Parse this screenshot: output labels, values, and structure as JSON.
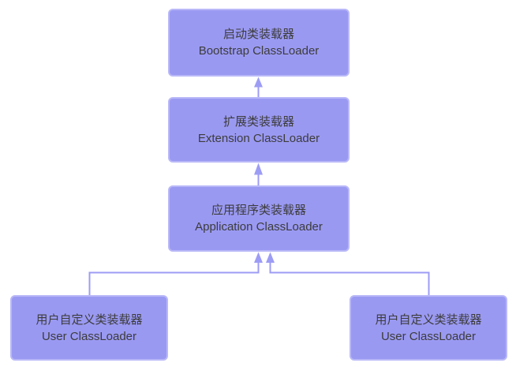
{
  "diagram": {
    "type": "flowchart",
    "description": "JVM class loader delegation hierarchy",
    "nodes": [
      {
        "id": "bootstrap",
        "label_cn": "启动类装载器",
        "label_en": "Bootstrap ClassLoader"
      },
      {
        "id": "extension",
        "label_cn": "扩展类装载器",
        "label_en": "Extension ClassLoader"
      },
      {
        "id": "application",
        "label_cn": "应用程序类装载器",
        "label_en": "Application ClassLoader"
      },
      {
        "id": "user_left",
        "label_cn": "用户自定义类装载器",
        "label_en": "User ClassLoader"
      },
      {
        "id": "user_right",
        "label_cn": "用户自定义类装载器",
        "label_en": "User ClassLoader"
      }
    ],
    "edges": [
      {
        "from": "extension",
        "to": "bootstrap",
        "direction": "up"
      },
      {
        "from": "application",
        "to": "extension",
        "direction": "up"
      },
      {
        "from": "user_left",
        "to": "application",
        "direction": "up"
      },
      {
        "from": "user_right",
        "to": "application",
        "direction": "up"
      }
    ],
    "colors": {
      "node_fill": "#9a99f2",
      "node_border": "#b9b8f8",
      "connector": "#9d9cf5",
      "text": "#3c3c3c",
      "background": "#ffffff"
    }
  }
}
